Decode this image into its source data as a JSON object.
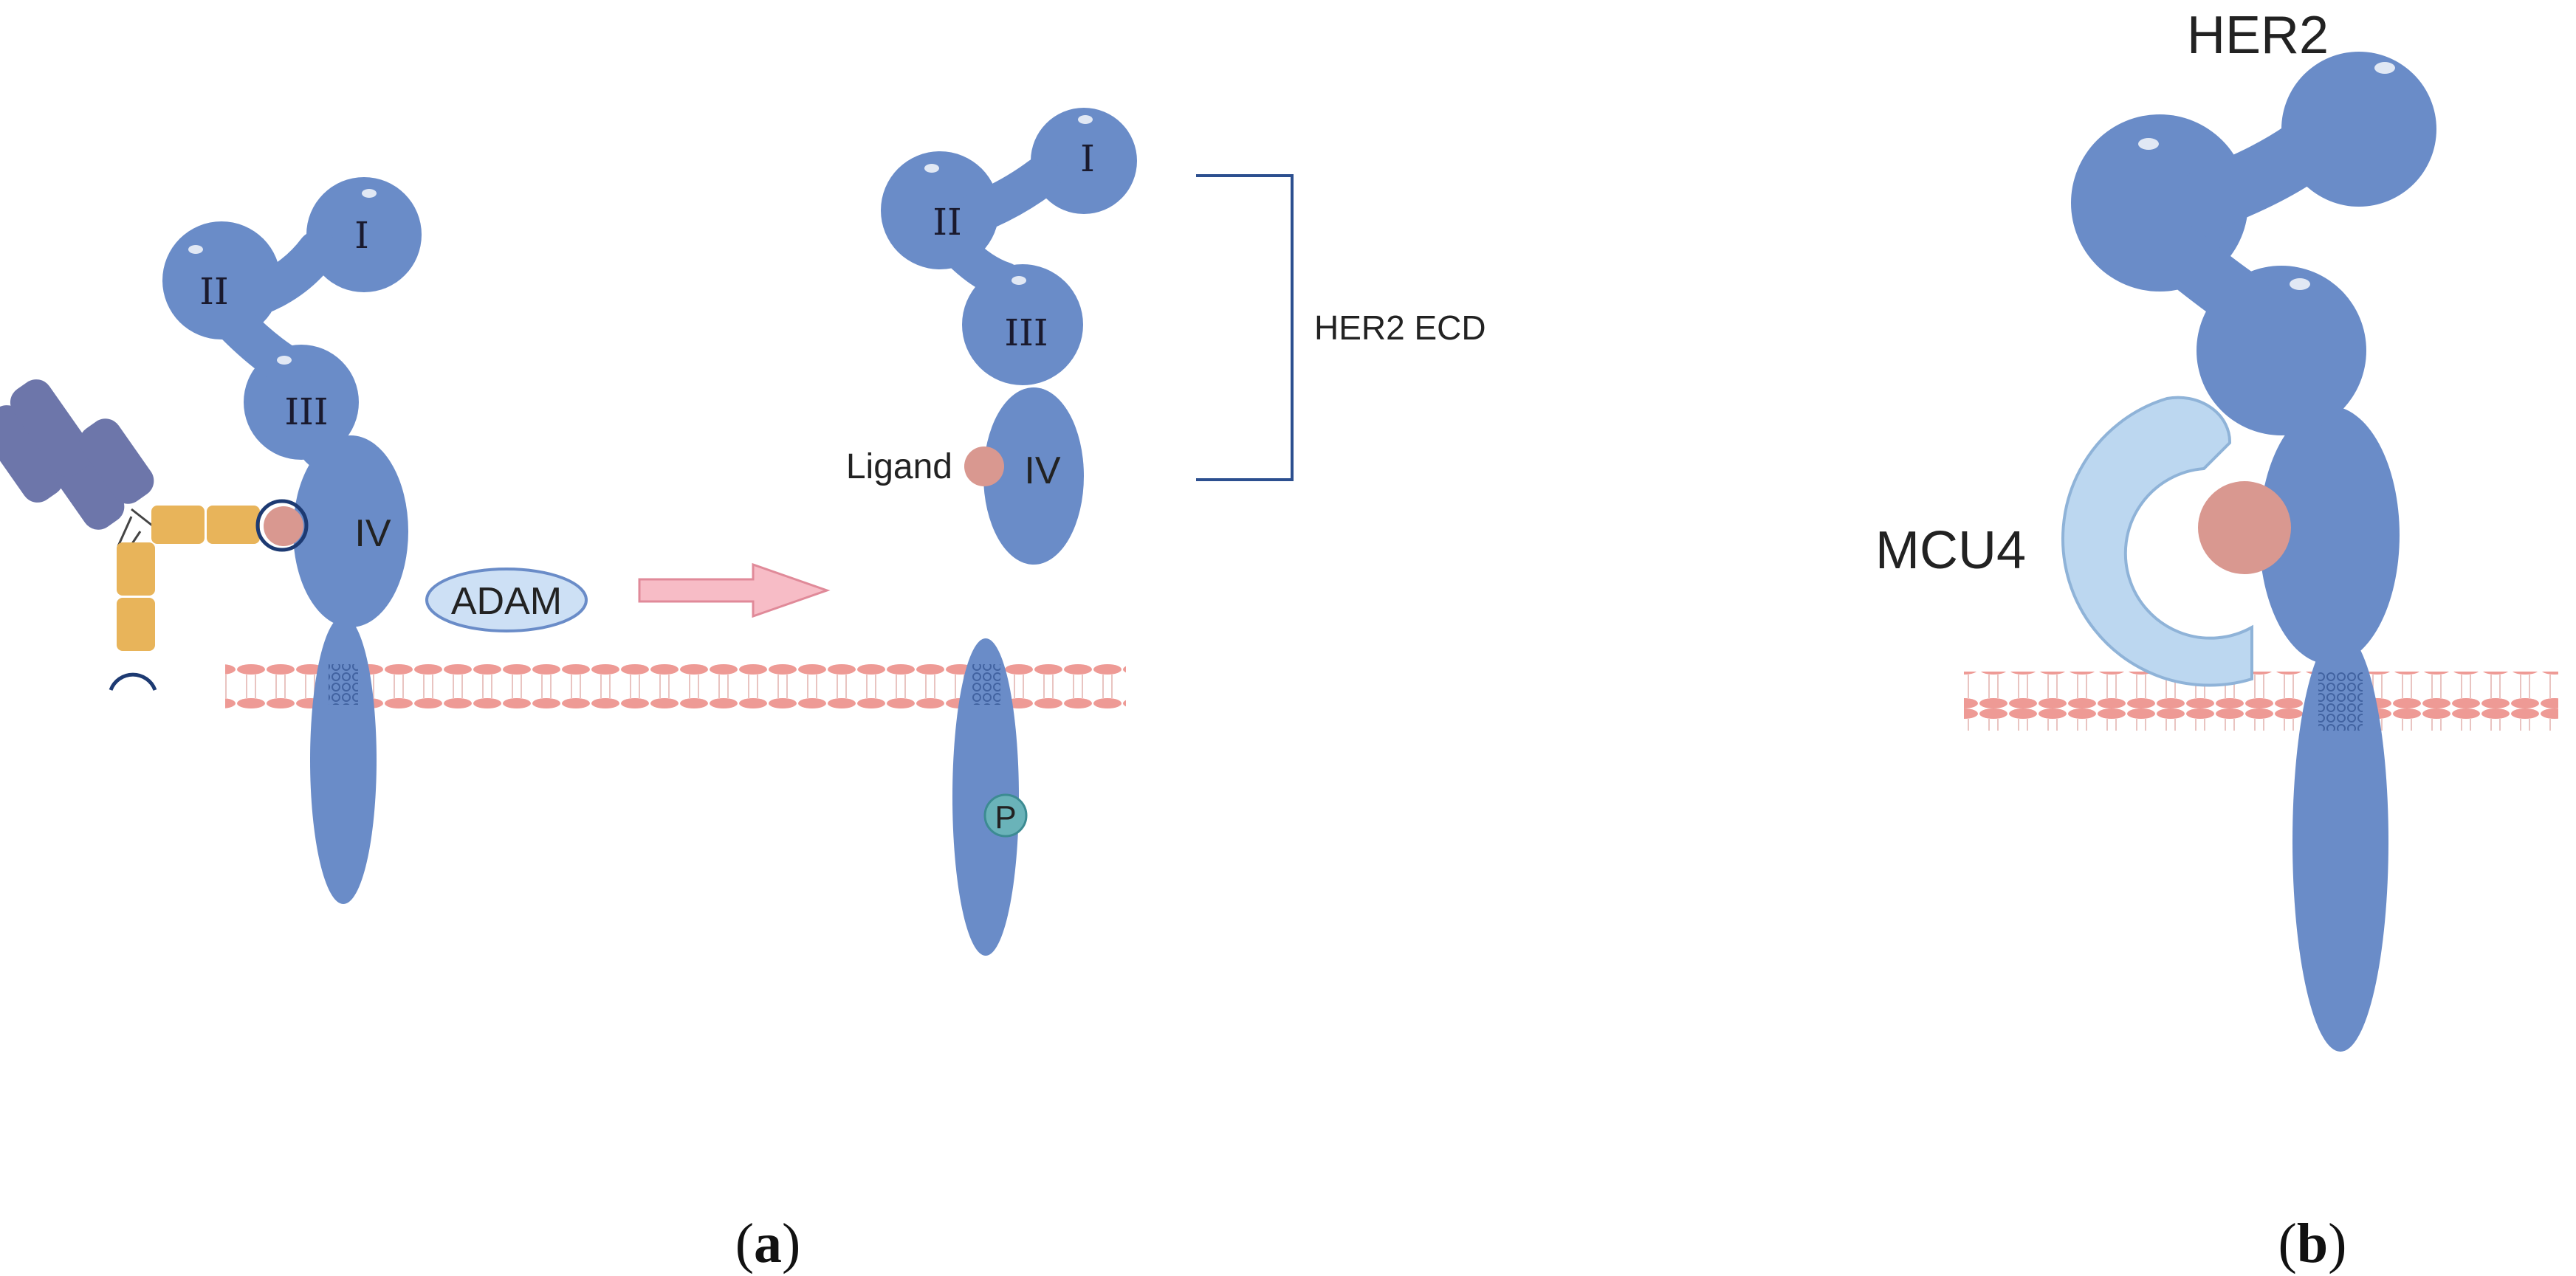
{
  "colors": {
    "domain": "#6a8cc8",
    "domain_dark": "#4f6fae",
    "membrane_head": "#ee9a95",
    "membrane_tail": "#f7d4d1",
    "antibody_heavy": "#6d76aa",
    "antibody_light": "#e8b45a",
    "ligand": "#d99890",
    "adam_fill": "#cde0f5",
    "mcu4_fill": "#bcd7f0",
    "phospho": "#6ab3b9",
    "arrow": "#f7bcc6",
    "bracket": "#2c4f8f"
  },
  "panel_a": {
    "left_receptor": {
      "domains": [
        "I",
        "II",
        "III",
        "IV"
      ]
    },
    "adam_label": "ADAM",
    "right_receptor": {
      "domains": [
        "I",
        "II",
        "III",
        "IV"
      ],
      "ligand_label": "Ligand",
      "phospho_label": "P"
    },
    "ecd_label": "HER2 ECD",
    "caption_open": "(",
    "caption_letter": "a",
    "caption_close": ")"
  },
  "panel_b": {
    "her2_label": "HER2",
    "mcu4_label": "MCU4",
    "caption_open": "(",
    "caption_letter": "b",
    "caption_close": ")"
  }
}
